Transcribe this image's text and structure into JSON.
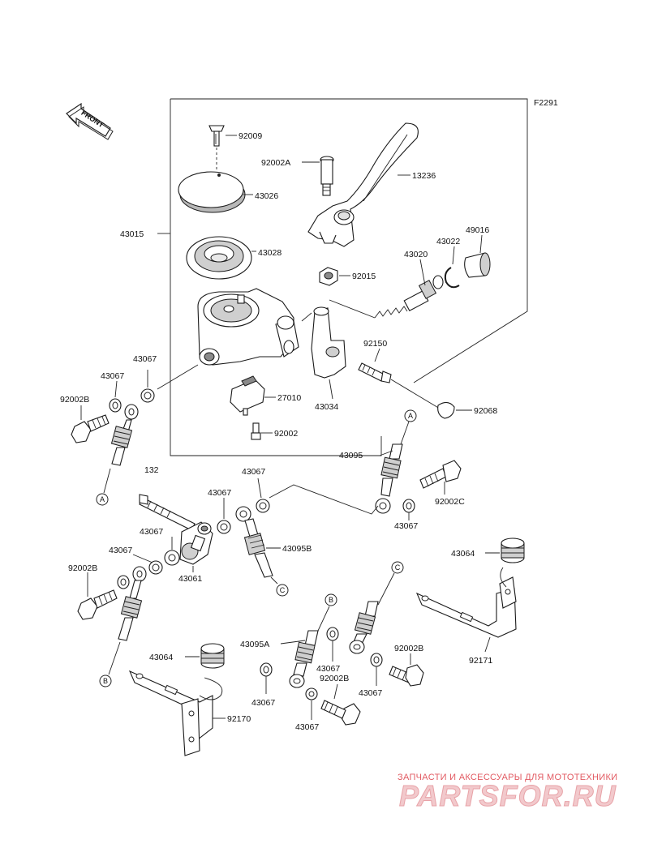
{
  "diagram": {
    "code": "F2291",
    "front_label": "FRONT",
    "group_label": "43015",
    "parts": {
      "p92009": "92009",
      "p92002A": "92002A",
      "p13236": "13236",
      "p43026": "43026",
      "p43028": "43028",
      "p92015": "92015",
      "p43022": "43022",
      "p49016": "49016",
      "p43020": "43020",
      "p92150": "92150",
      "p43034": "43034",
      "p27010": "27010",
      "p92002": "92002",
      "p92068": "92068",
      "p43067_a": "43067",
      "p43067_b": "43067",
      "p92002B_a": "92002B",
      "p132": "132",
      "p43095": "43095",
      "p92002C": "92002C",
      "p43067_c": "43067",
      "p43067_d": "43067",
      "p43067_e": "43067",
      "p43067_f": "43067",
      "p43095B": "43095B",
      "p43067_g": "43067",
      "p92002B_b": "92002B",
      "p43061": "43061",
      "p43064_a": "43064",
      "p92171": "92171",
      "p43095A": "43095A",
      "p43067_h": "43067",
      "p92002B_c": "92002B",
      "p92002B_d": "92002B",
      "p43067_i": "43067",
      "p43067_j": "43067",
      "p43064_b": "43064",
      "p92170": "92170",
      "p43067_k": "43067"
    },
    "connectors": [
      "A",
      "A",
      "B",
      "B",
      "C",
      "C"
    ]
  },
  "watermark": {
    "tagline": "ЗАПЧАСТИ И АКСЕССУАРЫ ДЛЯ МОТОТЕХНИКИ",
    "brand": "PARTSFOR.RU"
  }
}
